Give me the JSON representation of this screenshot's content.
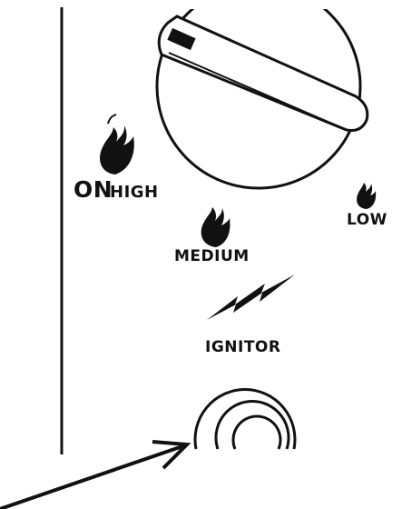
{
  "labels": {
    "on": "ON",
    "high": "HIGH",
    "medium": "MEDIUM",
    "low": "LOW",
    "ignitor": "IGNITOR"
  },
  "icons": [
    "knob",
    "flame-icon",
    "lightning-icon",
    "ignitor-button",
    "pointer-arrow"
  ],
  "colors": {
    "ink": "#111111",
    "background": "#ffffff"
  }
}
